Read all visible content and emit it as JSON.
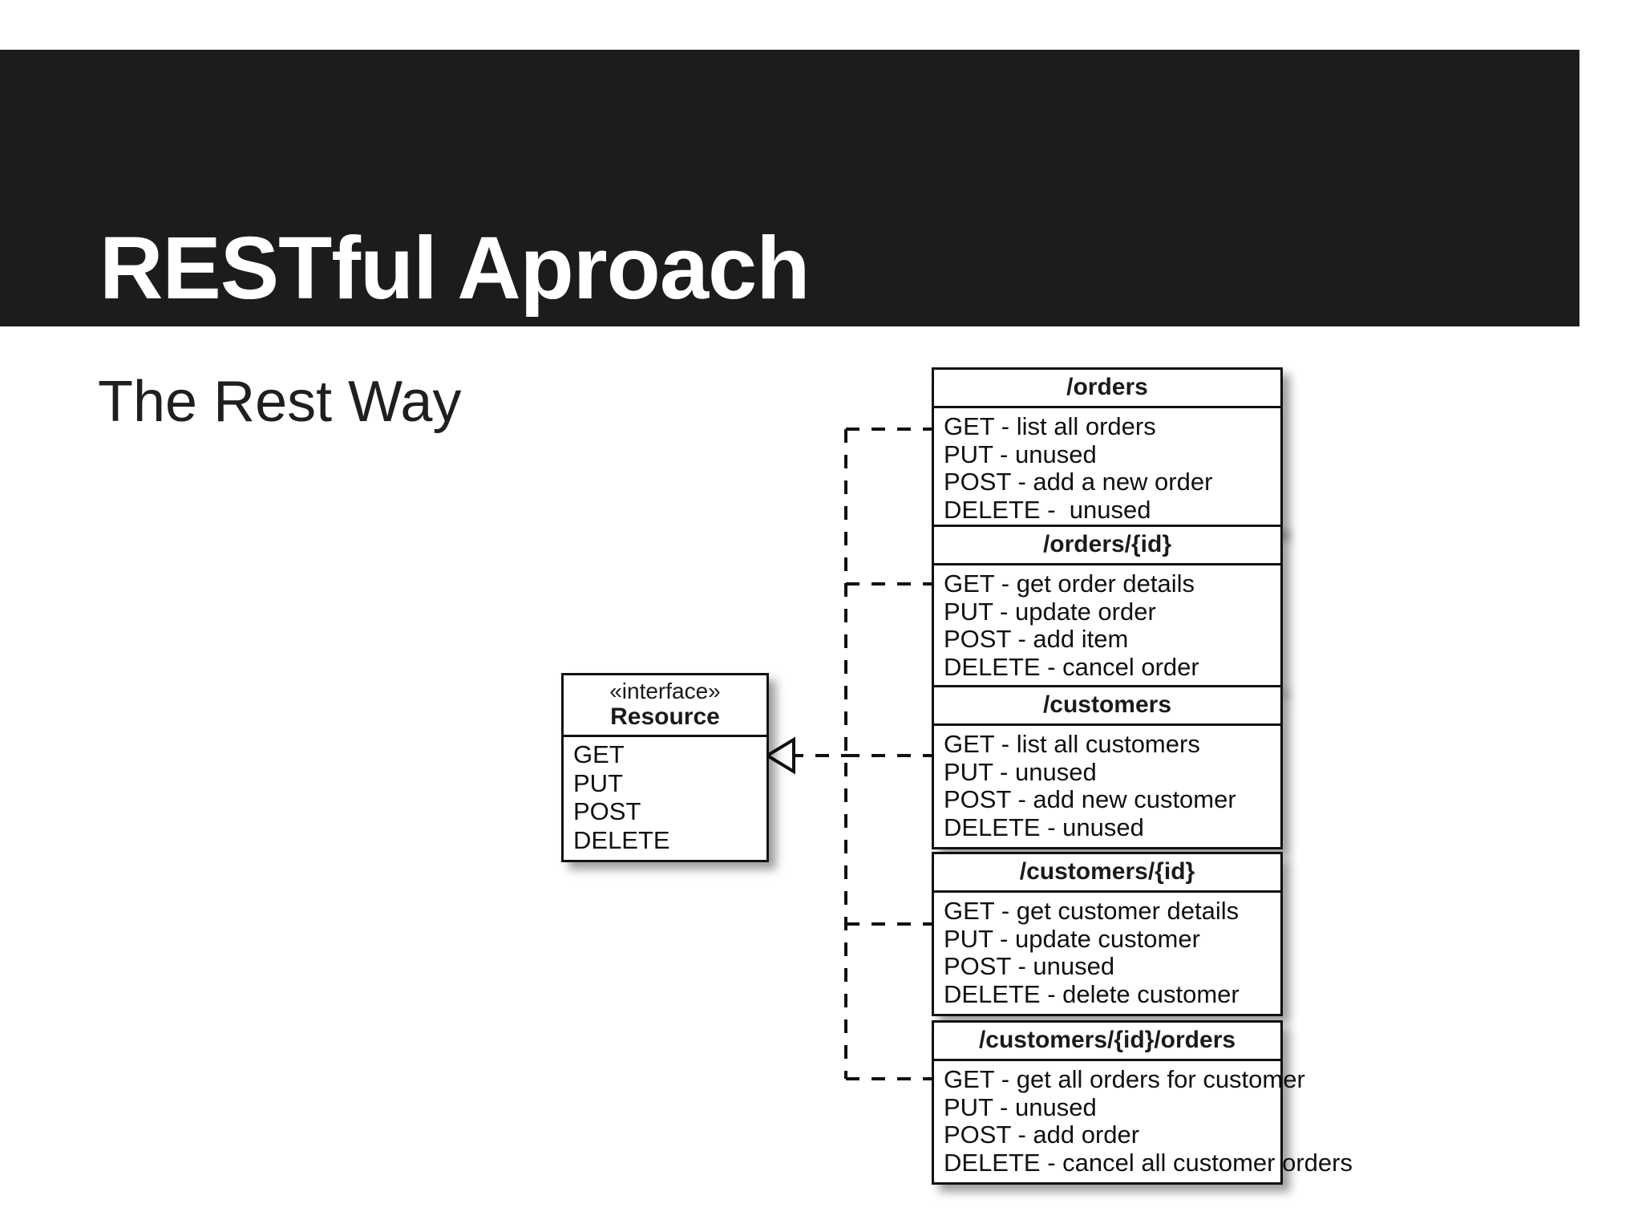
{
  "slide": {
    "title": "RESTful Aproach",
    "subtitle": "The Rest Way",
    "banner_color": "#1c1c1c",
    "banner_text_color": "#ffffff",
    "background_color": "#ffffff"
  },
  "diagram": {
    "type": "uml-class-diagram",
    "relationship": "realization",
    "arrowhead": "hollow-triangle",
    "line_style": "dashed",
    "interface": {
      "stereotype": "«interface»",
      "name": "Resource",
      "operations": [
        "GET",
        "PUT",
        "POST",
        "DELETE"
      ]
    },
    "resources": [
      {
        "name": "/orders",
        "operations": [
          "GET - list all orders",
          "PUT - unused",
          "POST - add a new order",
          "DELETE -  unused"
        ]
      },
      {
        "name": "/orders/{id}",
        "operations": [
          "GET - get order details",
          "PUT - update order",
          "POST - add item",
          "DELETE - cancel order"
        ]
      },
      {
        "name": "/customers",
        "operations": [
          "GET - list all customers",
          "PUT - unused",
          "POST - add new customer",
          "DELETE - unused"
        ]
      },
      {
        "name": "/customers/{id}",
        "operations": [
          "GET - get customer details",
          "PUT - update customer",
          "POST - unused",
          "DELETE - delete customer"
        ]
      },
      {
        "name": "/customers/{id}/orders",
        "operations": [
          "GET - get all orders for customer",
          "PUT - unused",
          "POST - add order",
          "DELETE - cancel all customer orders"
        ]
      }
    ]
  }
}
